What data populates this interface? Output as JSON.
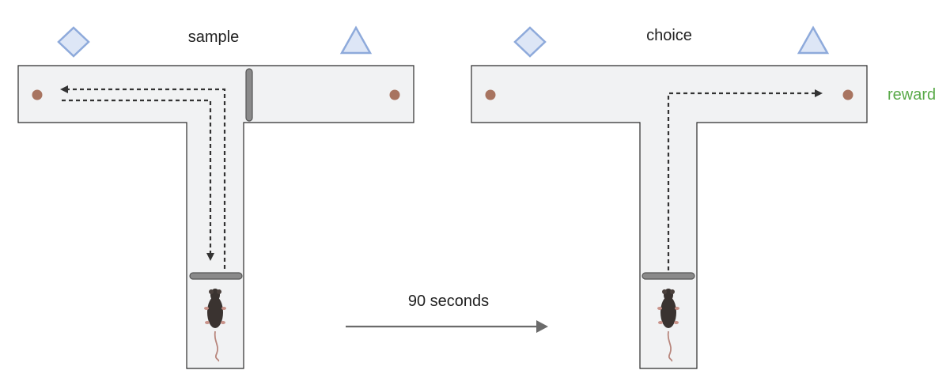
{
  "labels": {
    "sample": "sample",
    "choice": "choice",
    "reward": "reward",
    "delay": "90 seconds"
  },
  "colors": {
    "maze_fill": "#f1f2f3",
    "maze_stroke": "#2b2b2b",
    "cue_shape": "#8eaadb",
    "cue_fill": "#dde6f6",
    "well": "#a87460",
    "path": "#333333",
    "gate": "#8a8a8a",
    "arrow": "#6b6b6b",
    "reward_text": "#5aaa4a",
    "mouse_body": "#3a3330",
    "mouse_tail": "#b8867c"
  },
  "icons": {
    "left_cue": "diamond-icon",
    "right_cue": "triangle-icon",
    "animal": "mouse-icon"
  }
}
